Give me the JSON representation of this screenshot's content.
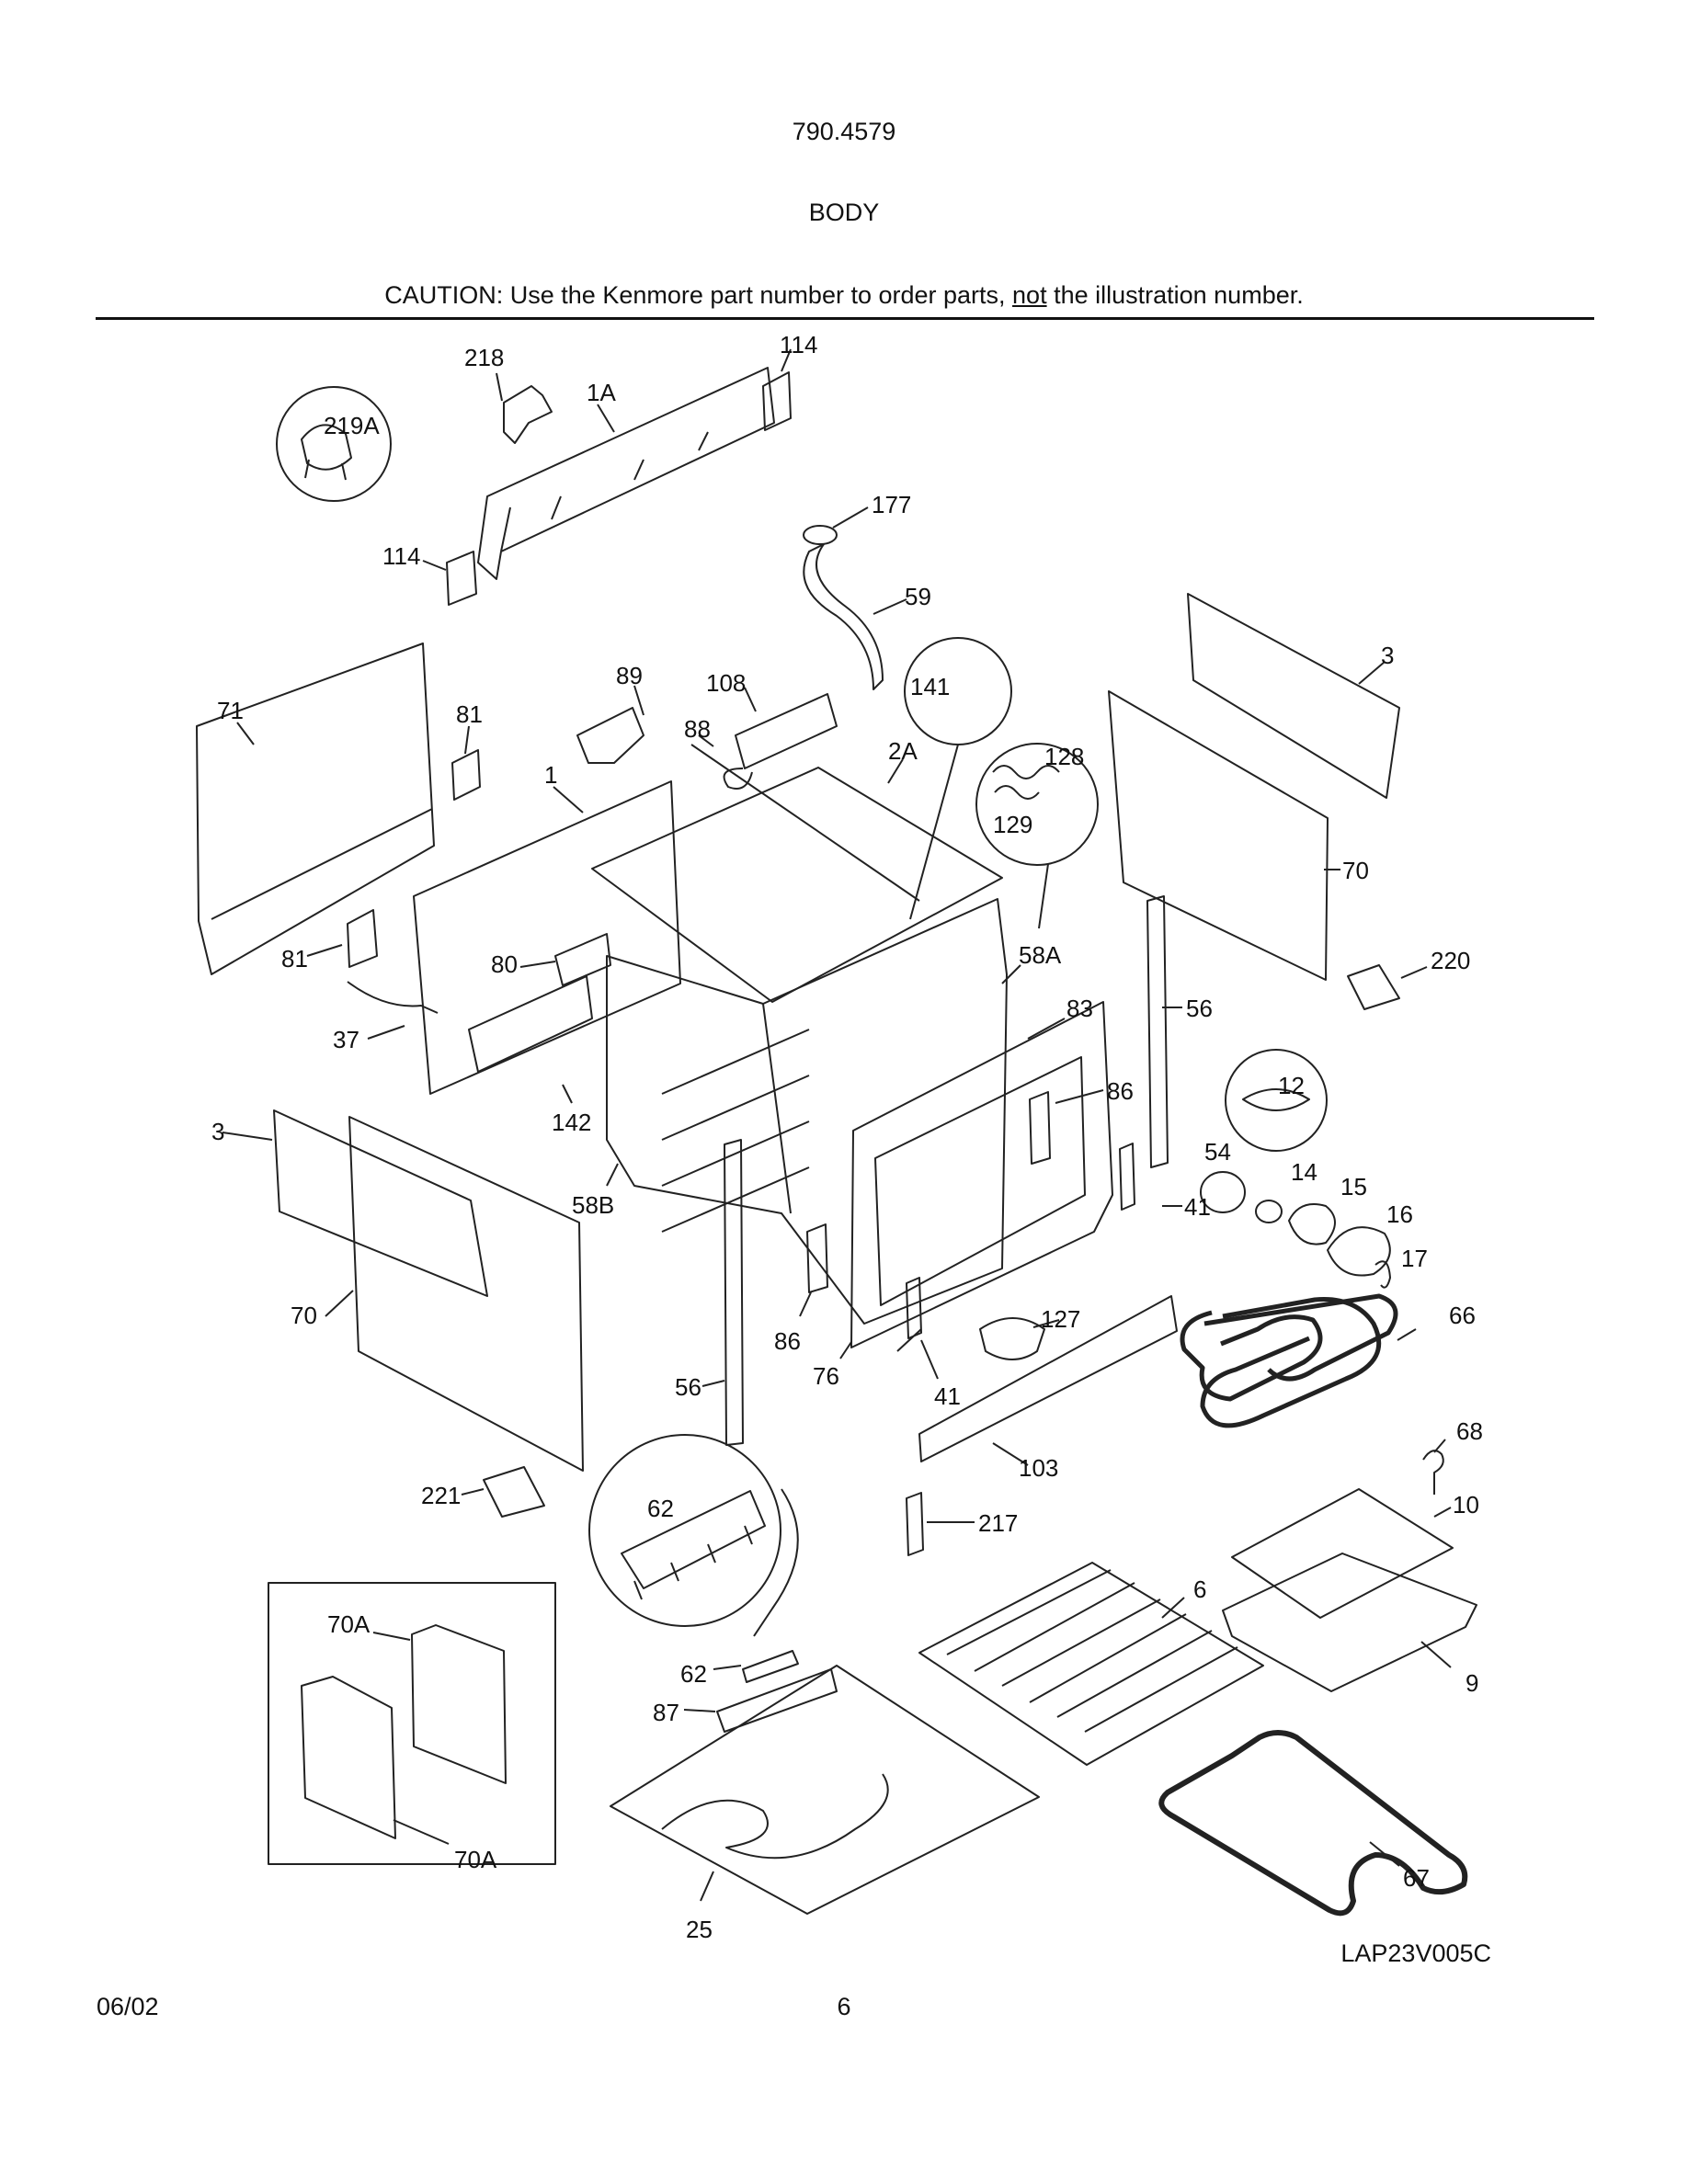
{
  "header": {
    "model_number": "790.4579",
    "section_title": "BODY",
    "caution_before": "CAUTION: Use the Kenmore part number to order parts, ",
    "caution_emphasis": "not",
    "caution_after": " the illustration number."
  },
  "callouts": {
    "p218": "218",
    "p1A": "1A",
    "p114_top": "114",
    "p219A": "219A",
    "p114_left": "114",
    "p177": "177",
    "p59": "59",
    "p3_right": "3",
    "p71": "71",
    "p81_top": "81",
    "p89": "89",
    "p108": "108",
    "p141": "141",
    "p88": "88",
    "p2A": "2A",
    "p128": "128",
    "p129": "129",
    "p1": "1",
    "p70_right": "70",
    "p81_left": "81",
    "p80": "80",
    "p58A": "58A",
    "p220": "220",
    "p83": "83",
    "p37": "37",
    "p56_right": "56",
    "p86_right": "86",
    "p12": "12",
    "p3_left": "3",
    "p142": "142",
    "p54": "54",
    "p14": "14",
    "p15": "15",
    "p58B": "58B",
    "p41_right": "41",
    "p16": "16",
    "p17": "17",
    "p70_left": "70",
    "p127": "127",
    "p66": "66",
    "p86_left": "86",
    "p76": "76",
    "p56_left": "56",
    "p41_left": "41",
    "p68": "68",
    "p103": "103",
    "p62_circle": "62",
    "p221": "221",
    "p10": "10",
    "p217": "217",
    "p70A_top": "70A",
    "p6": "6",
    "p62": "62",
    "p9": "9",
    "p87": "87",
    "p70A_bottom": "70A",
    "p67": "67",
    "p25": "25"
  },
  "footer": {
    "date": "06/02",
    "page": "6",
    "drawing_code": "LAP23V005C"
  }
}
